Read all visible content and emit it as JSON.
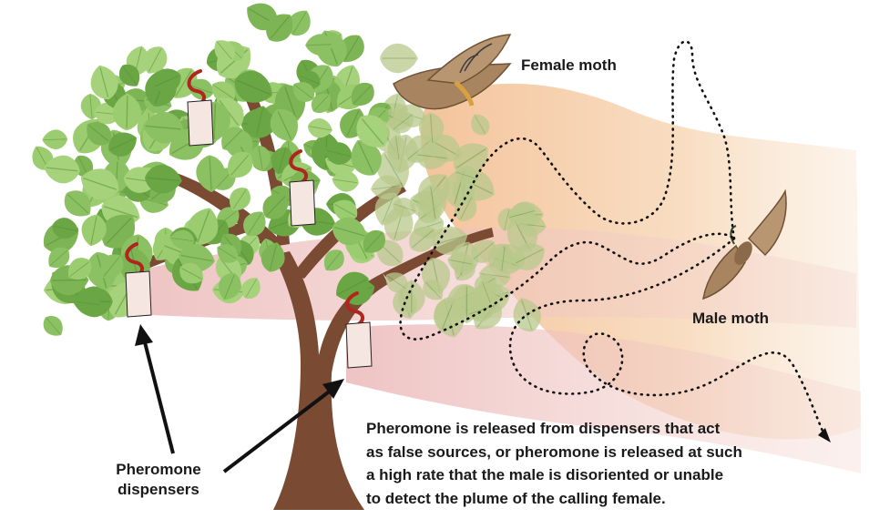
{
  "labels": {
    "female": "Female moth",
    "male": "Male moth",
    "dispensers_line1": "Pheromone",
    "dispensers_line2": "dispensers"
  },
  "caption": [
    "Pheromone is released from dispensers that act",
    "as false sources, or pheromone is released at such",
    "a high rate that the male is disoriented or unable",
    "to detect the plume of the calling female."
  ],
  "colors": {
    "plume": "#f4c9a0",
    "plume_pink": "#efc2c2",
    "leaf": "#8cc163",
    "leaf_dark": "#5f9a3e",
    "trunk": "#7a4a32",
    "dispenser": "#f6e6e2",
    "hook": "#b0261f",
    "moth": "#a88560",
    "path": "#111111"
  }
}
